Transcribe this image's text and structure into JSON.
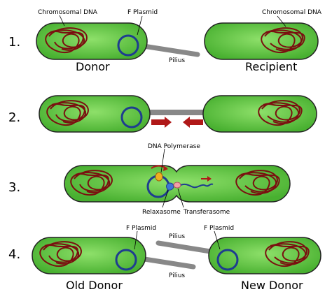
{
  "steps": {
    "s1": "1.",
    "s2": "2.",
    "s3": "3.",
    "s4": "4."
  },
  "labels": {
    "chromosomal_dna": "Chromosomal DNA",
    "f_plasmid": "F Plasmid",
    "pilius": "Pilius",
    "donor": "Donor",
    "recipient": "Recipient",
    "dna_polymerase": "DNA Polymerase",
    "relaxasome": "Relaxasome",
    "transferasome": "Transferasome",
    "old_donor": "Old Donor",
    "new_donor": "New Donor"
  },
  "colors": {
    "cell_fill": "#5fc447",
    "cell_stroke": "#222222",
    "dna": "#7a1010",
    "plasmid": "#1e3d8f",
    "pilus": "#888888",
    "arrow": "#b01818",
    "polymerase": "#f0b020",
    "relaxasome": "#3d77d4",
    "transferasome": "#f2a0a8"
  }
}
